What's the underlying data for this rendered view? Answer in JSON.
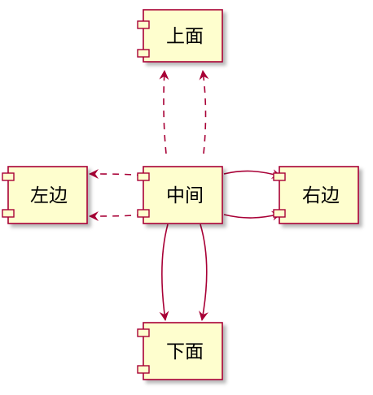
{
  "diagram": {
    "colors": {
      "component_fill": "#FEFECE",
      "component_border": "#A80036",
      "edge": "#A80036",
      "shadow": "#C8C8C8",
      "text": "#000000"
    },
    "components": [
      {
        "id": "top",
        "label": "上面"
      },
      {
        "id": "left",
        "label": "左边"
      },
      {
        "id": "center",
        "label": "中间"
      },
      {
        "id": "right",
        "label": "右边"
      },
      {
        "id": "bottom",
        "label": "下面"
      }
    ],
    "edges": [
      {
        "from": "center",
        "to": "top",
        "style": "dashed"
      },
      {
        "from": "center",
        "to": "top",
        "style": "dashed"
      },
      {
        "from": "center",
        "to": "left",
        "style": "dashed"
      },
      {
        "from": "center",
        "to": "left",
        "style": "dashed"
      },
      {
        "from": "center",
        "to": "right",
        "style": "solid"
      },
      {
        "from": "center",
        "to": "right",
        "style": "solid"
      },
      {
        "from": "center",
        "to": "bottom",
        "style": "solid"
      },
      {
        "from": "center",
        "to": "bottom",
        "style": "solid"
      }
    ]
  }
}
